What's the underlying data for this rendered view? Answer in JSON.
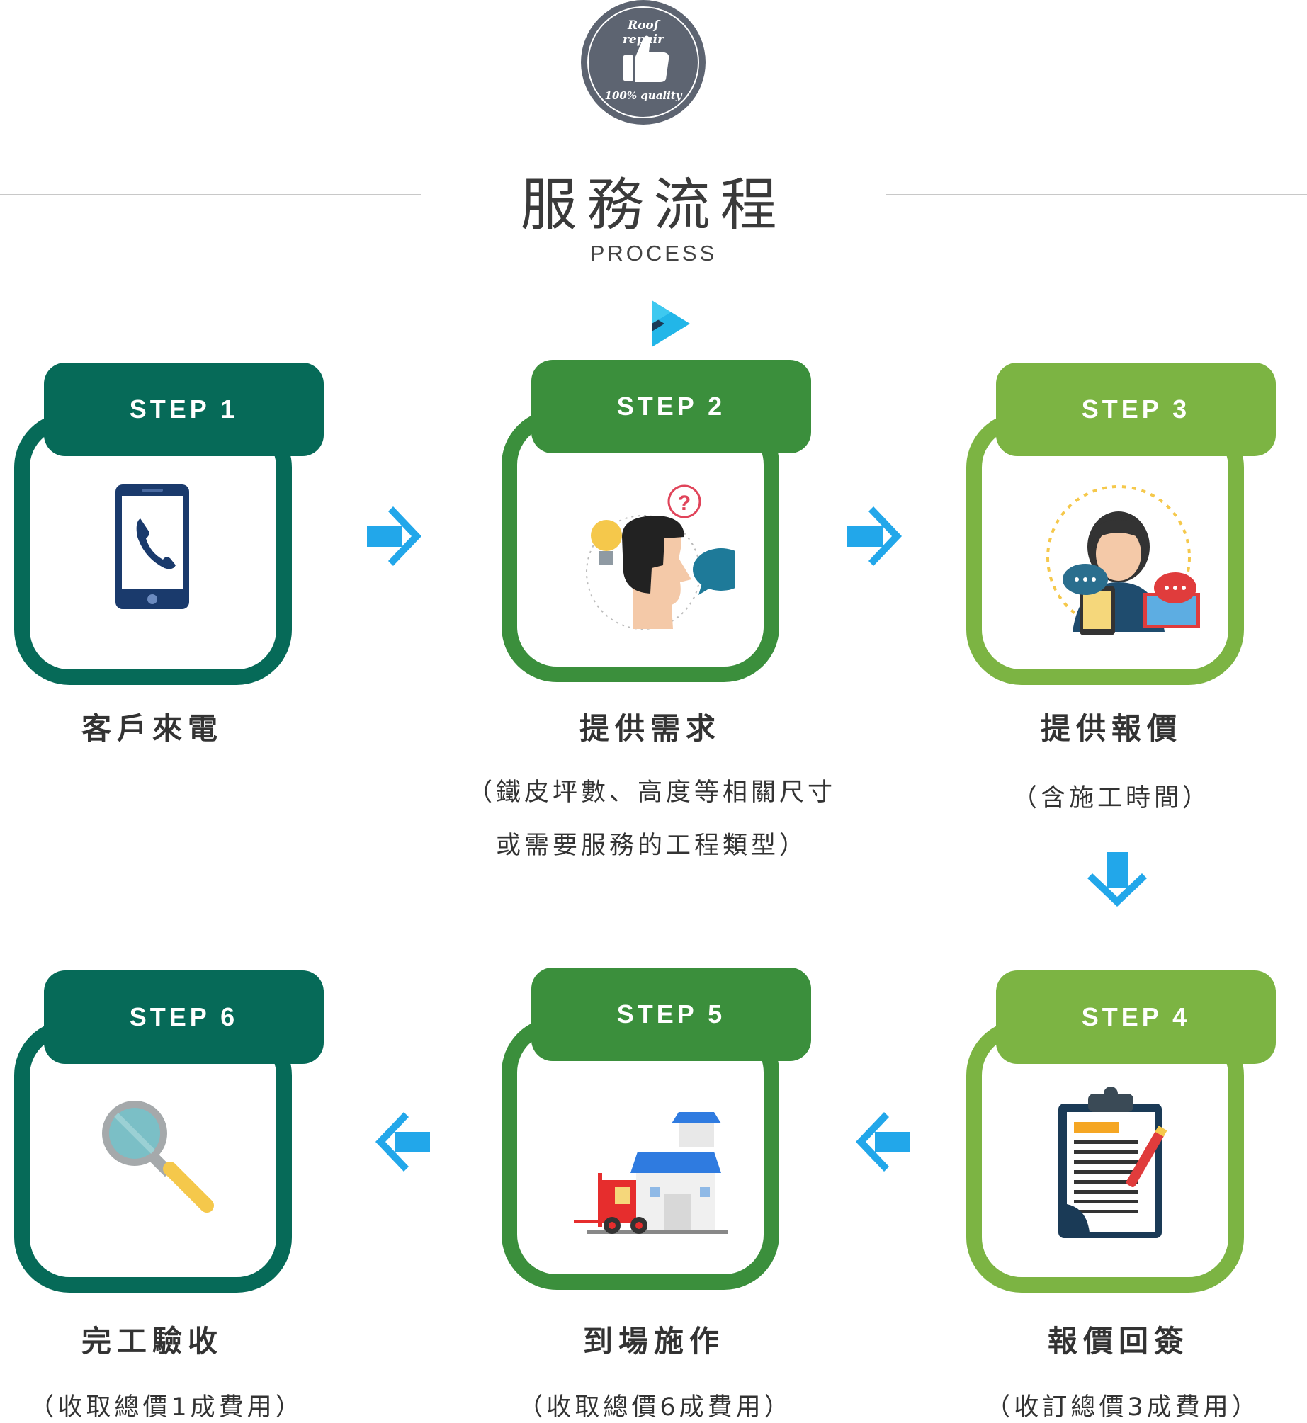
{
  "header": {
    "badge_top": "Roof repair",
    "badge_bottom": "100% quality",
    "title": "服務流程",
    "subtitle": "PROCESS"
  },
  "steps": [
    {
      "tab": "STEP 1",
      "title": "客戶來電",
      "notes": []
    },
    {
      "tab": "STEP 2",
      "title": "提供需求",
      "notes": [
        "（鐵皮坪數、高度等相關尺寸",
        "或需要服務的工程類型）"
      ]
    },
    {
      "tab": "STEP 3",
      "title": "提供報價",
      "notes": [
        "（含施工時間）"
      ]
    },
    {
      "tab": "STEP 4",
      "title": "報價回簽",
      "notes": [
        "（收訂總價3成費用）"
      ]
    },
    {
      "tab": "STEP 5",
      "title": "到場施作",
      "notes": [
        "（收取總價6成費用）"
      ]
    },
    {
      "tab": "STEP 6",
      "title": "完工驗收",
      "notes": [
        "（收取總價1成費用）"
      ]
    }
  ],
  "icons": [
    "phone-icon",
    "idea-head-icon",
    "support-agent-icon",
    "clipboard-icon",
    "warehouse-forklift-icon",
    "magnifier-icon"
  ],
  "colors": {
    "dark_teal": "#066a58",
    "green": "#3b8f3c",
    "light_green": "#7cb443",
    "arrow_blue": "#22a7ea",
    "badge_gray": "#5d6471"
  }
}
